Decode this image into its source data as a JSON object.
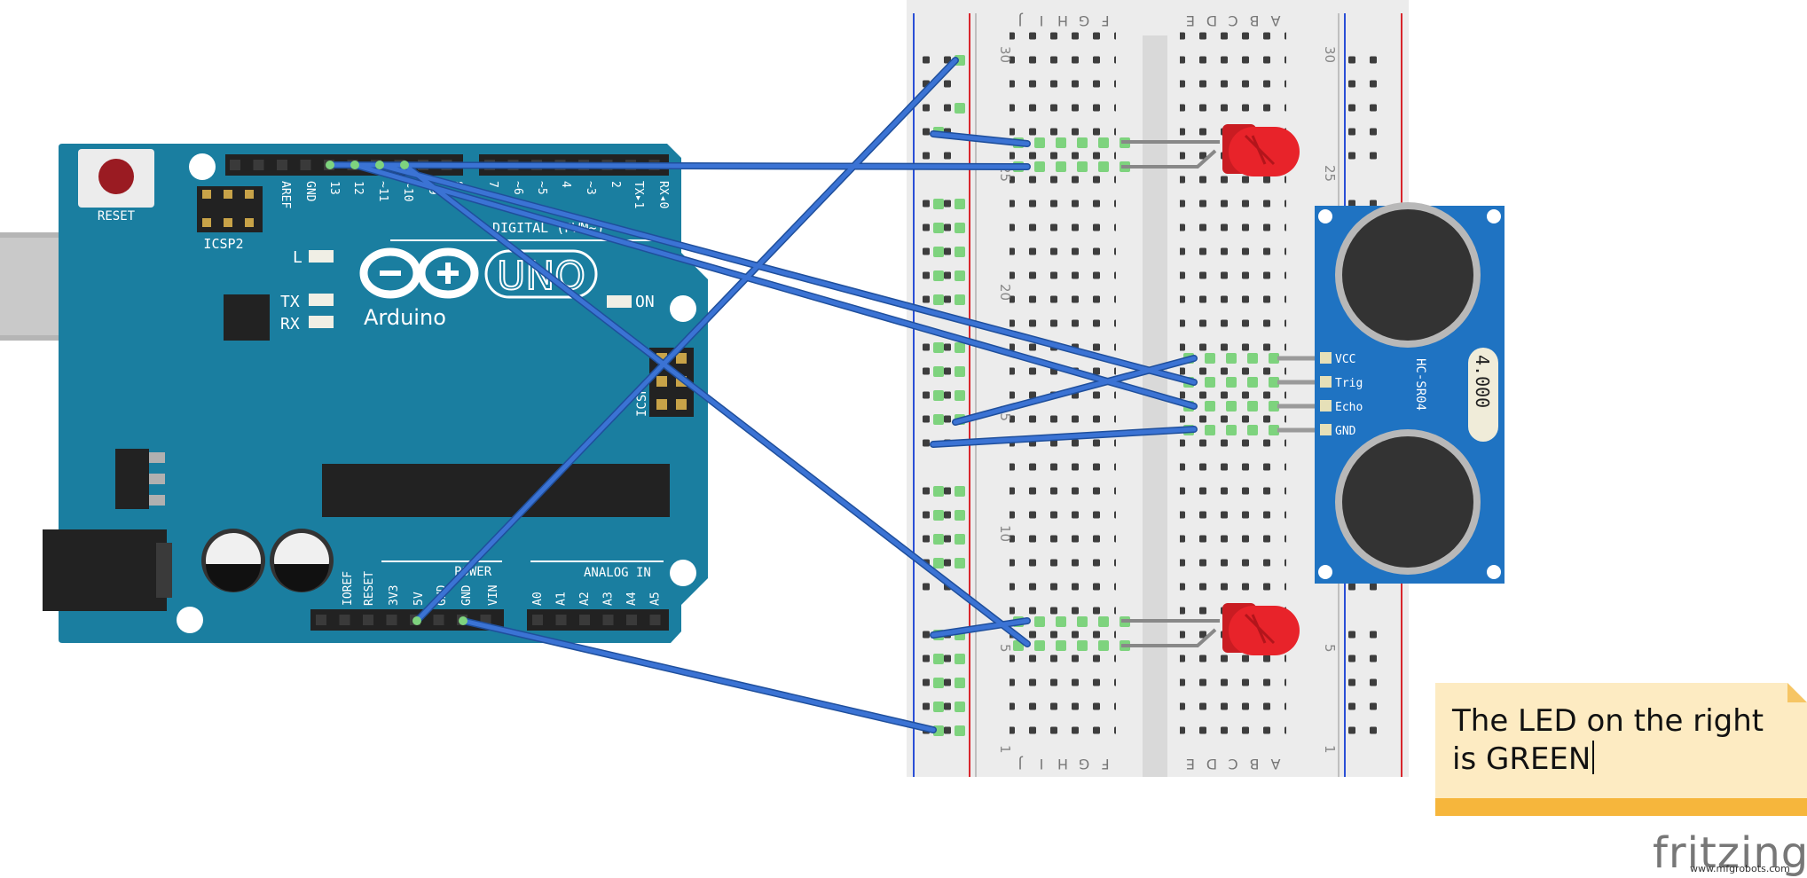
{
  "arduino": {
    "reset_label": "RESET",
    "icsp2_label": "ICSP2",
    "icsp_label": "ICSP",
    "brand_label": "Arduino",
    "model_label": "UNO",
    "led_l": "L",
    "led_tx": "TX",
    "led_rx": "RX",
    "led_on": "ON",
    "digital_label": "DIGITAL (PWM~)",
    "power_label": "POWER",
    "analog_label": "ANALOG IN",
    "digital_pins": [
      "AREF",
      "GND",
      "13",
      "12",
      "~11",
      "~10",
      "~9",
      "8",
      "7",
      "~6",
      "~5",
      "4",
      "~3",
      "2",
      "TX▸1",
      "RX◂0"
    ],
    "power_pins": [
      "IOREF",
      "RESET",
      "3V3",
      "5V",
      "GND",
      "GND",
      "VIN"
    ],
    "analog_pins": [
      "A0",
      "A1",
      "A2",
      "A3",
      "A4",
      "A5"
    ]
  },
  "breadboard": {
    "columns_left": [
      "J",
      "I",
      "H",
      "G",
      "F"
    ],
    "columns_right": [
      "E",
      "D",
      "C",
      "B",
      "A"
    ],
    "row_numbers": [
      "30",
      "25",
      "20",
      "15",
      "10",
      "5",
      "1"
    ]
  },
  "sensor": {
    "model": "HC-SR04",
    "crystal": "4.000",
    "pins": [
      "VCC",
      "Trig",
      "Echo",
      "GND"
    ]
  },
  "note": {
    "text": "The LED on the right is GREEN"
  },
  "footer": {
    "brand": "fritzing",
    "credit": "www.mfgrobots.com"
  },
  "colors": {
    "wire": "#3b73d4",
    "board": "#1a7ea0",
    "breadboard": "#ececec",
    "led": "#e8232a",
    "sensor": "#1f73c2"
  }
}
